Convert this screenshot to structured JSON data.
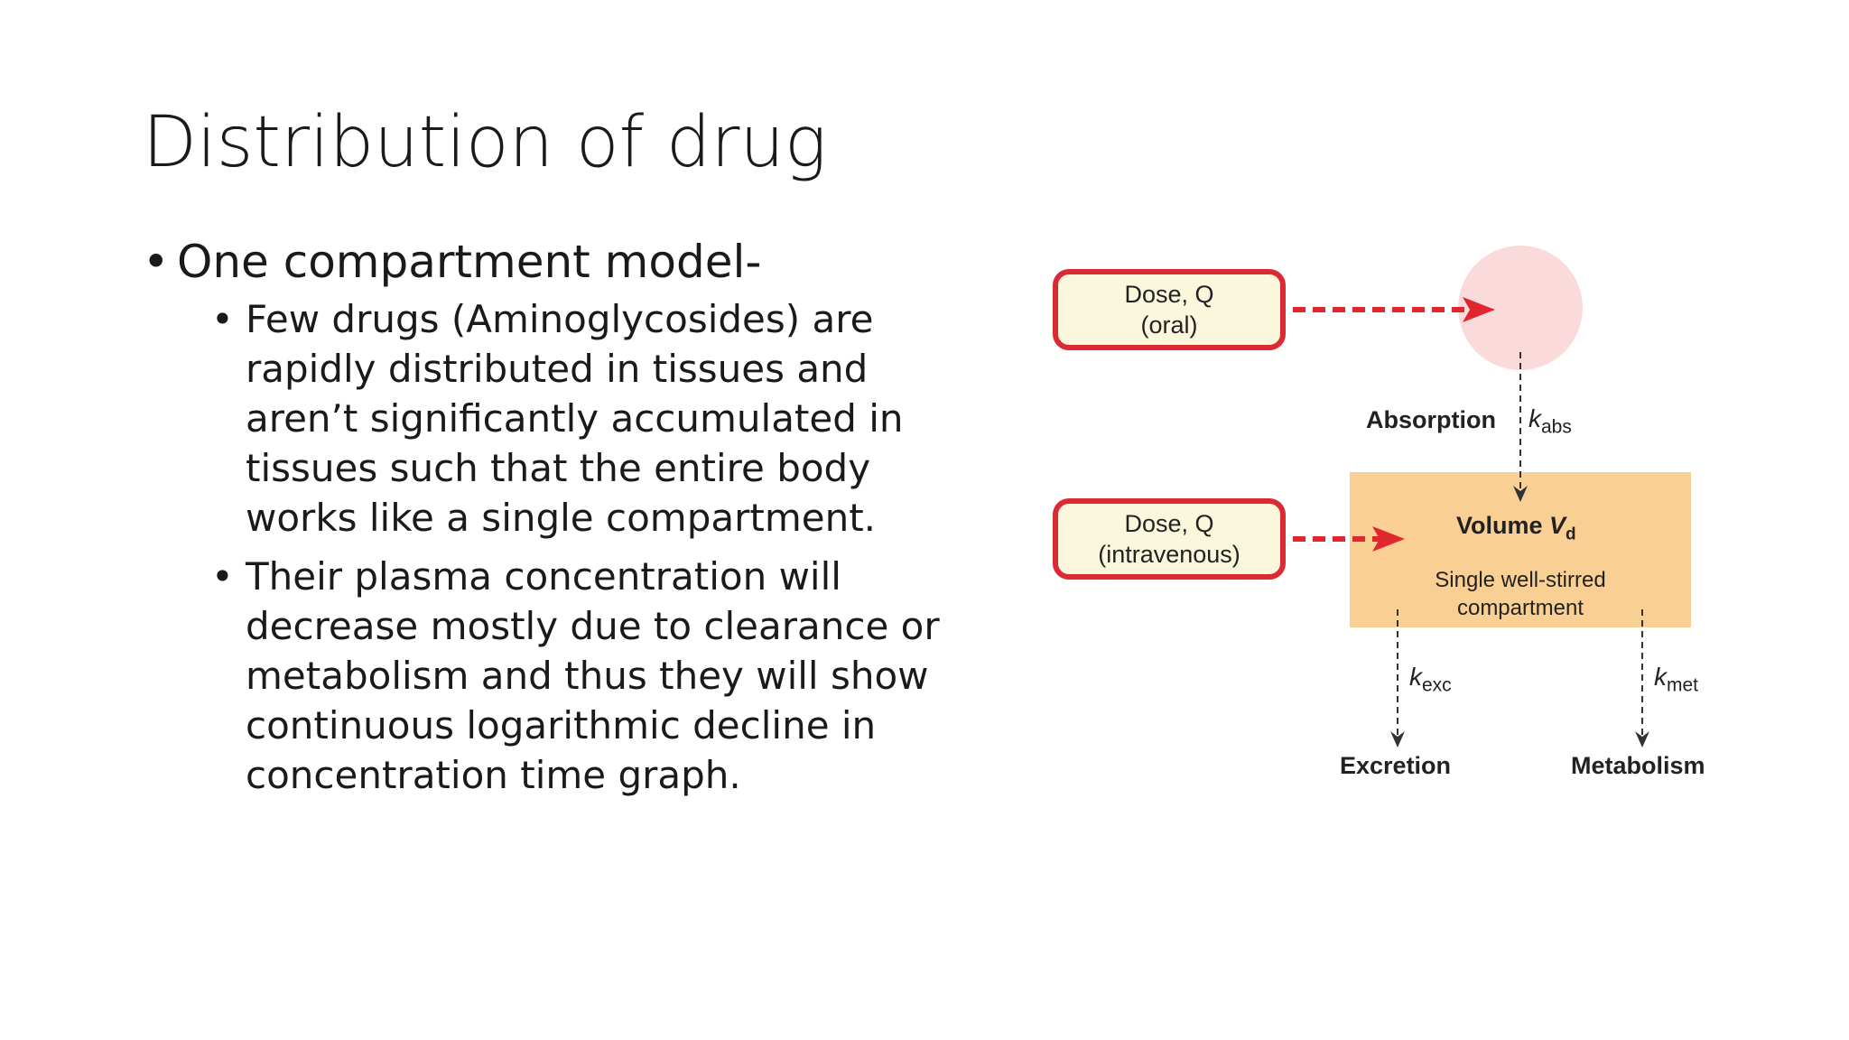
{
  "slide": {
    "title": "Distribution of drug",
    "bullet_main": "One compartment model-",
    "sub_bullets": [
      "Few drugs (Aminoglycosides) are rapidly distributed in tissues and aren’t significantly accumulated in tissues such that the entire body works like a single compartment.",
      "Their plasma concentration will decrease mostly due to clearance or metabolism and thus they will show continuous logarithmic decline in concentration time graph."
    ],
    "bullet_glyph": "•"
  },
  "diagram": {
    "dose_oral": {
      "line1": "Dose, Q",
      "line2": "(oral)"
    },
    "dose_iv": {
      "line1": "Dose, Q",
      "line2": "(intravenous)"
    },
    "absorption_label": "Absorption",
    "k_abs": {
      "k": "k",
      "sub": "abs"
    },
    "volume_label": "Volume",
    "volume_symbol": "V",
    "volume_sub": "d",
    "compartment_line1": "Single well-stirred",
    "compartment_line2": "compartment",
    "k_exc": {
      "k": "k",
      "sub": "exc"
    },
    "k_met": {
      "k": "k",
      "sub": "met"
    },
    "excretion_label": "Excretion",
    "metabolism_label": "Metabolism",
    "colors": {
      "box_border": "#dc2a35",
      "box_fill": "#fbf7dc",
      "circle_fill": "#fadadb",
      "compartment_fill": "#f9cf93",
      "arrow_red": "#e0262f",
      "arrow_dark": "#333333"
    }
  }
}
